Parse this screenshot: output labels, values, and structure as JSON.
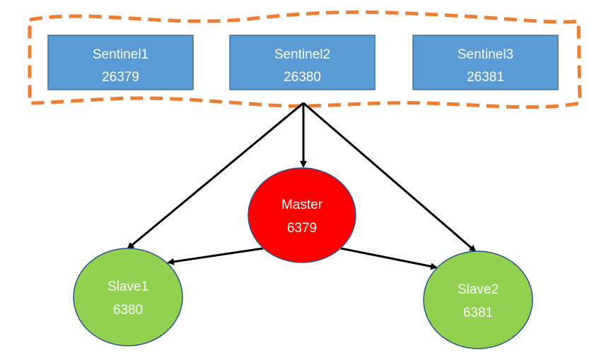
{
  "colors": {
    "sentinel_fill": "#5b9bd5",
    "sentinel_border": "#41719c",
    "master_fill": "#ff0000",
    "master_border": "#2f528f",
    "slave_fill": "#92d050",
    "slave_border": "#2f528f",
    "group_dash": "#ed7d31",
    "arrow": "#000000",
    "text": "#ffffff"
  },
  "sentinels": [
    {
      "name": "Sentinel1",
      "port": "26379"
    },
    {
      "name": "Sentinel2",
      "port": "26380"
    },
    {
      "name": "Sentinel3",
      "port": "26381"
    }
  ],
  "master": {
    "name": "Master",
    "port": "6379"
  },
  "slaves": [
    {
      "name": "Slave1",
      "port": "6380"
    },
    {
      "name": "Slave2",
      "port": "6381"
    }
  ]
}
